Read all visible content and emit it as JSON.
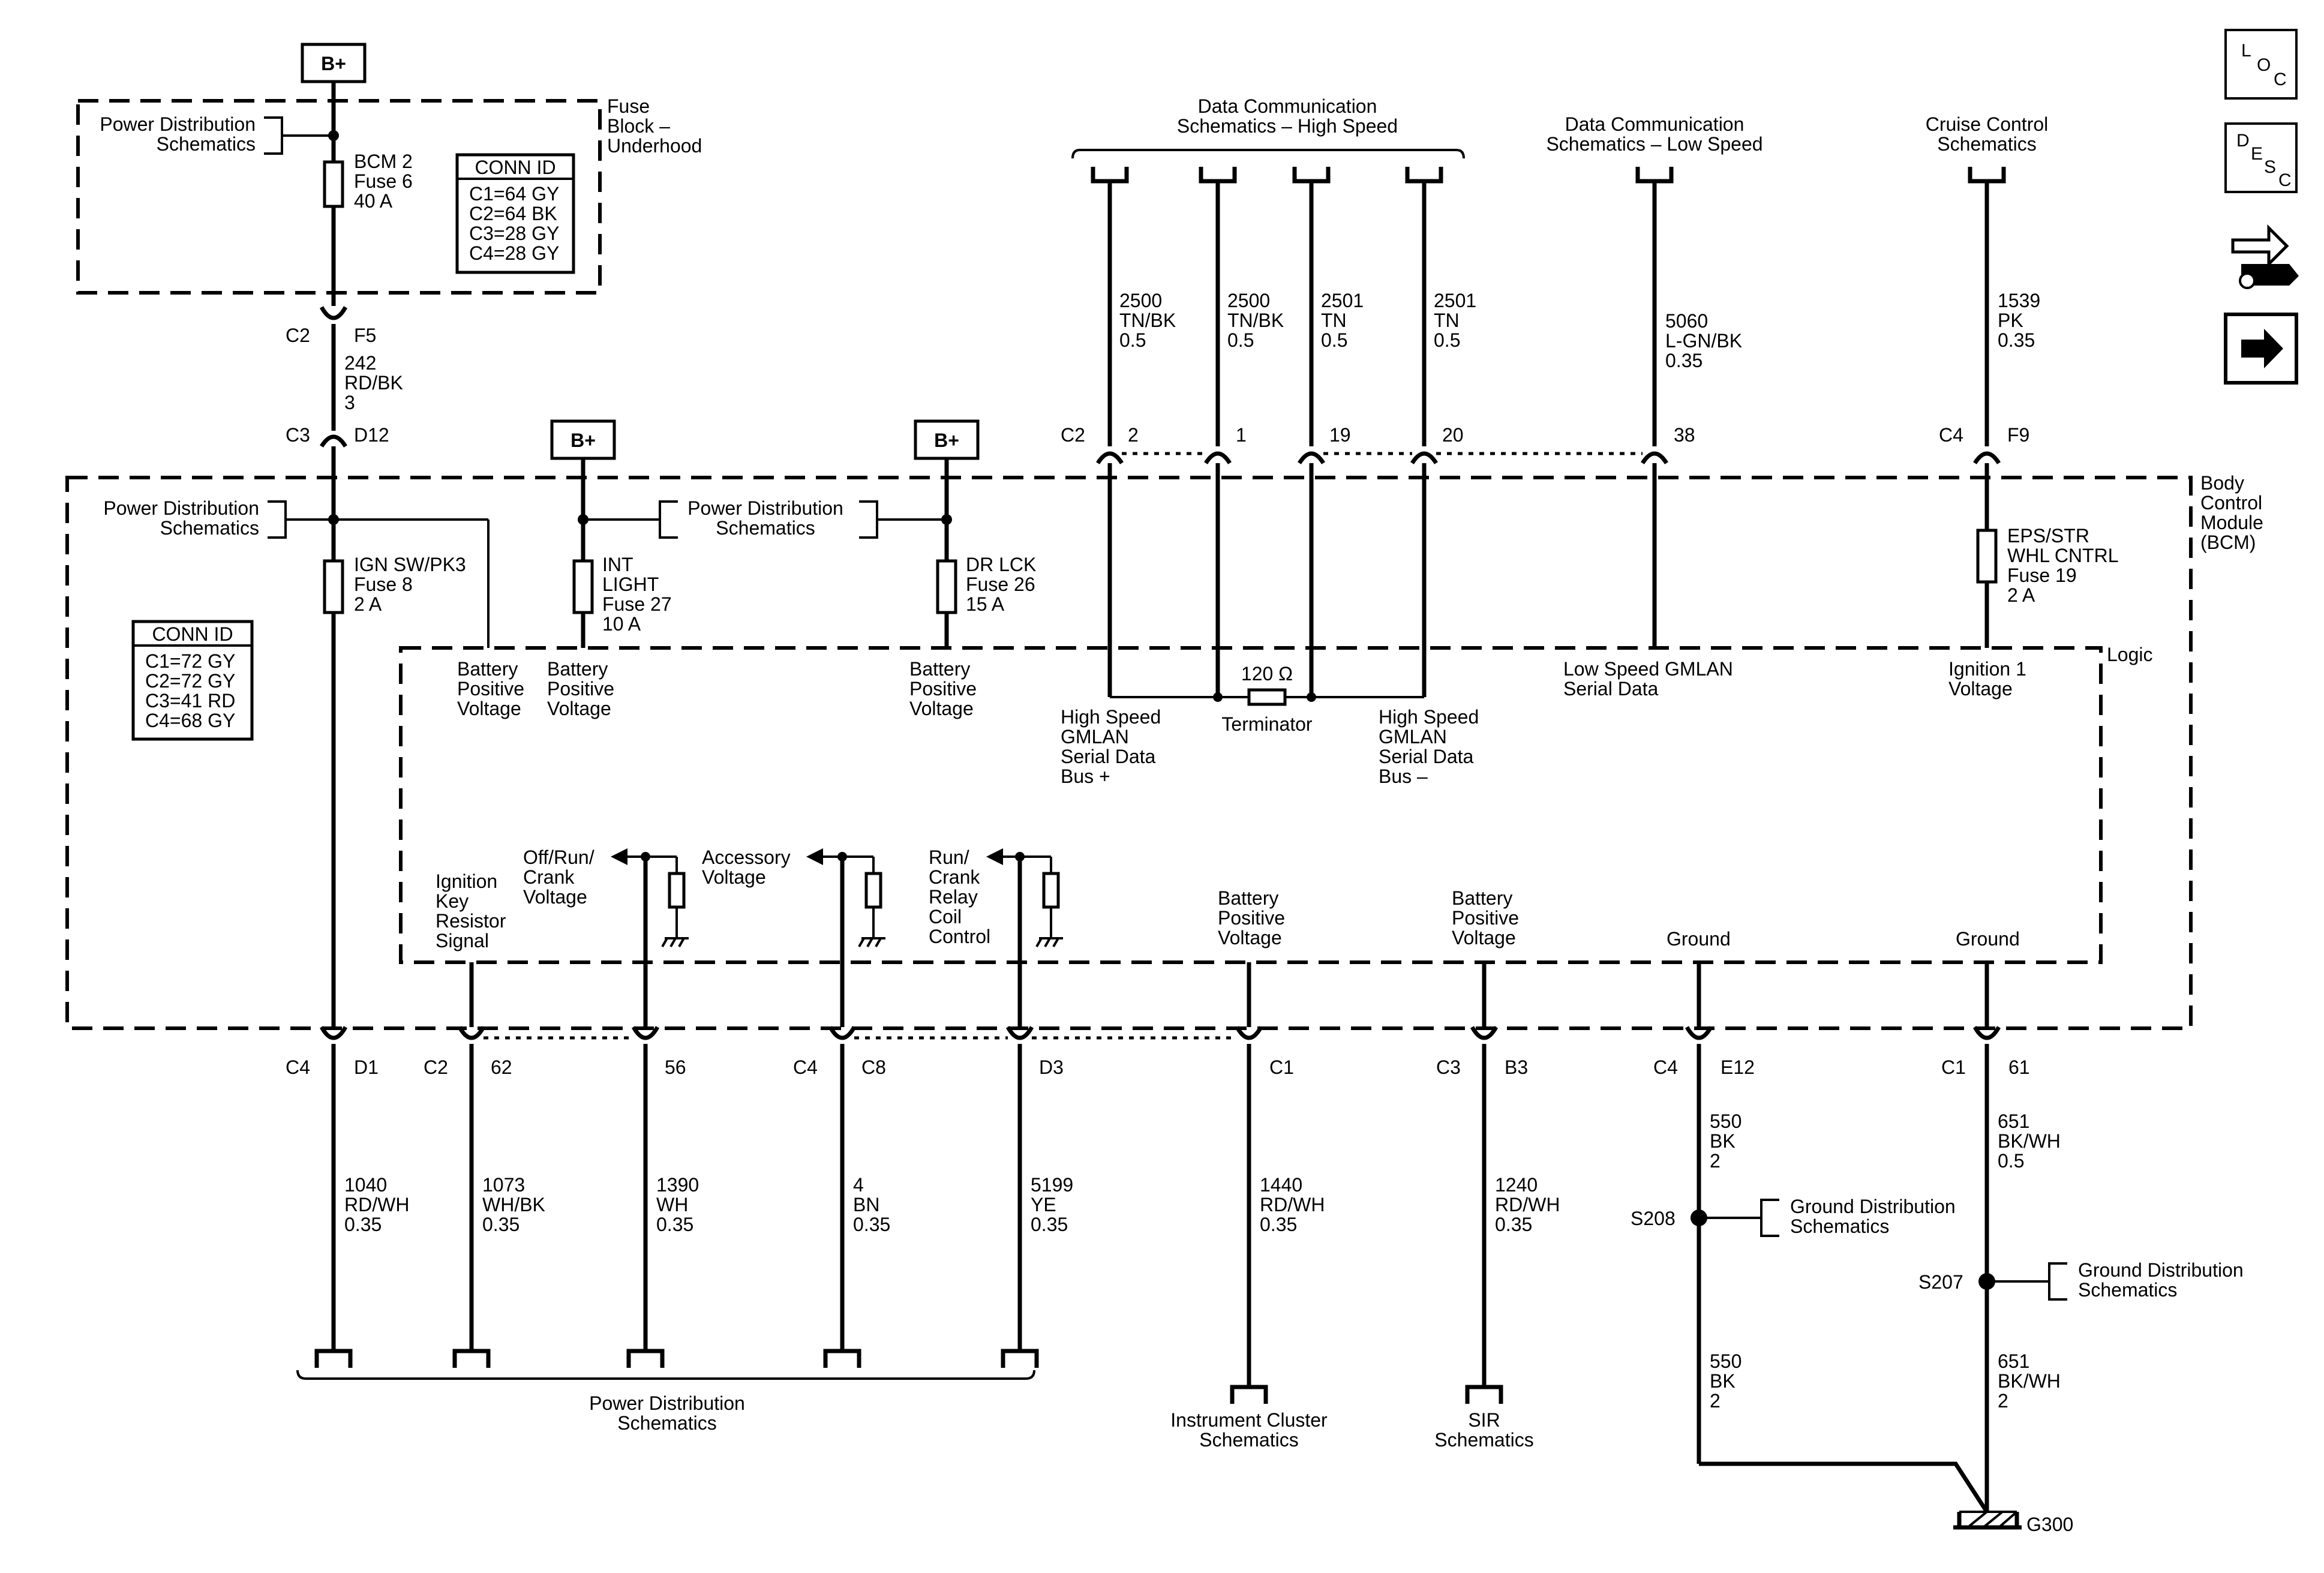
{
  "modules": {
    "fuse_block": [
      "Fuse",
      "Block –",
      "Underhood"
    ],
    "bcm": [
      "Body",
      "Control",
      "Module",
      "(BCM)"
    ],
    "logic": "Logic"
  },
  "battery_tag": "B+",
  "conn_id_upper": {
    "title": "CONN ID",
    "rows": [
      "C1=64 GY",
      "C2=64 BK",
      "C3=28 GY",
      "C4=28 GY"
    ]
  },
  "conn_id_lower": {
    "title": "CONN ID",
    "rows": [
      "C1=72 GY",
      "C2=72 GY",
      "C3=41 RD",
      "C4=68 GY"
    ]
  },
  "refs": {
    "power_dist": [
      "Power Distribution",
      "Schematics"
    ],
    "data_comm_high": [
      "Data Communication",
      "Schematics – High Speed"
    ],
    "data_comm_low": [
      "Data Communication",
      "Schematics – Low Speed"
    ],
    "cruise": [
      "Cruise Control",
      "Schematics"
    ],
    "ground_dist": [
      "Ground Distribution",
      "Schematics"
    ],
    "instrument": [
      "Instrument Cluster",
      "Schematics"
    ],
    "sir": [
      "SIR",
      "Schematics"
    ]
  },
  "fuses": {
    "bcm2": [
      "BCM 2",
      "Fuse 6",
      "40 A"
    ],
    "ign": [
      "IGN SW/PK3",
      "Fuse 8",
      "2 A"
    ],
    "int_light": [
      "INT",
      "LIGHT",
      "Fuse 27",
      "10 A"
    ],
    "dr_lck": [
      "DR LCK",
      "Fuse 26",
      "15 A"
    ],
    "eps": [
      "EPS/STR",
      "WHL CNTRL",
      "Fuse 19",
      "2 A"
    ]
  },
  "signals": {
    "batt_pos": [
      "Battery",
      "Positive",
      "Voltage"
    ],
    "hs_plus": [
      "High Speed",
      "GMLAN",
      "Serial Data",
      "Bus +"
    ],
    "hs_minus": [
      "High Speed",
      "GMLAN",
      "Serial Data",
      "Bus –"
    ],
    "terminator": [
      "120 Ω",
      "Terminator"
    ],
    "low_speed": [
      "Low Speed GMLAN",
      "Serial Data"
    ],
    "ign1": [
      "Ignition 1",
      "Voltage"
    ],
    "ign_key": [
      "Ignition",
      "Key",
      "Resistor",
      "Signal"
    ],
    "off_run": [
      "Off/Run/",
      "Crank",
      "Voltage"
    ],
    "accessory": [
      "Accessory",
      "Voltage"
    ],
    "run_crank": [
      "Run/",
      "Crank",
      "Relay",
      "Coil",
      "Control"
    ],
    "ground": "Ground"
  },
  "wires_top": [
    {
      "circuit": "242",
      "color": "RD/BK",
      "size": "3"
    },
    {
      "circuit": "2500",
      "color": "TN/BK",
      "size": "0.5"
    },
    {
      "circuit": "2500",
      "color": "TN/BK",
      "size": "0.5"
    },
    {
      "circuit": "2501",
      "color": "TN",
      "size": "0.5"
    },
    {
      "circuit": "2501",
      "color": "TN",
      "size": "0.5"
    },
    {
      "circuit": "5060",
      "color": "L-GN/BK",
      "size": "0.35"
    },
    {
      "circuit": "1539",
      "color": "PK",
      "size": "0.35"
    }
  ],
  "wires_bottom": [
    {
      "circuit": "1040",
      "color": "RD/WH",
      "size": "0.35"
    },
    {
      "circuit": "1073",
      "color": "WH/BK",
      "size": "0.35"
    },
    {
      "circuit": "1390",
      "color": "WH",
      "size": "0.35"
    },
    {
      "circuit": "4",
      "color": "BN",
      "size": "0.35"
    },
    {
      "circuit": "5199",
      "color": "YE",
      "size": "0.35"
    },
    {
      "circuit": "1440",
      "color": "RD/WH",
      "size": "0.35"
    },
    {
      "circuit": "1240",
      "color": "RD/WH",
      "size": "0.35"
    },
    {
      "circuit": "550",
      "color": "BK",
      "size": "2"
    },
    {
      "circuit": "651",
      "color": "BK/WH",
      "size": "0.5"
    },
    {
      "circuit": "550",
      "color": "BK",
      "size": "2"
    },
    {
      "circuit": "651",
      "color": "BK/WH",
      "size": "2"
    }
  ],
  "connectors": {
    "c2_f5": [
      "C2",
      "F5"
    ],
    "c3_d12": [
      "C3",
      "D12"
    ],
    "c2_2": [
      "C2",
      "2"
    ],
    "p1": "1",
    "p19": "19",
    "p20": "20",
    "p38": "38",
    "c4_f9": [
      "C4",
      "F9"
    ],
    "c4_d1": [
      "C4",
      "D1"
    ],
    "c2_62": [
      "C2",
      "62"
    ],
    "p56": "56",
    "c4_c8": [
      "C4",
      "C8"
    ],
    "d3": "D3",
    "c1": "C1",
    "c3_b3": [
      "C3",
      "B3"
    ],
    "c4_e12": [
      "C4",
      "E12"
    ],
    "c1_61": [
      "C1",
      "61"
    ]
  },
  "splices": {
    "s208": "S208",
    "s207": "S207",
    "g300": "G300"
  },
  "side_buttons": {
    "loc": [
      "L",
      "O",
      "C"
    ],
    "desc": [
      "D",
      "E",
      "S",
      "C"
    ]
  }
}
